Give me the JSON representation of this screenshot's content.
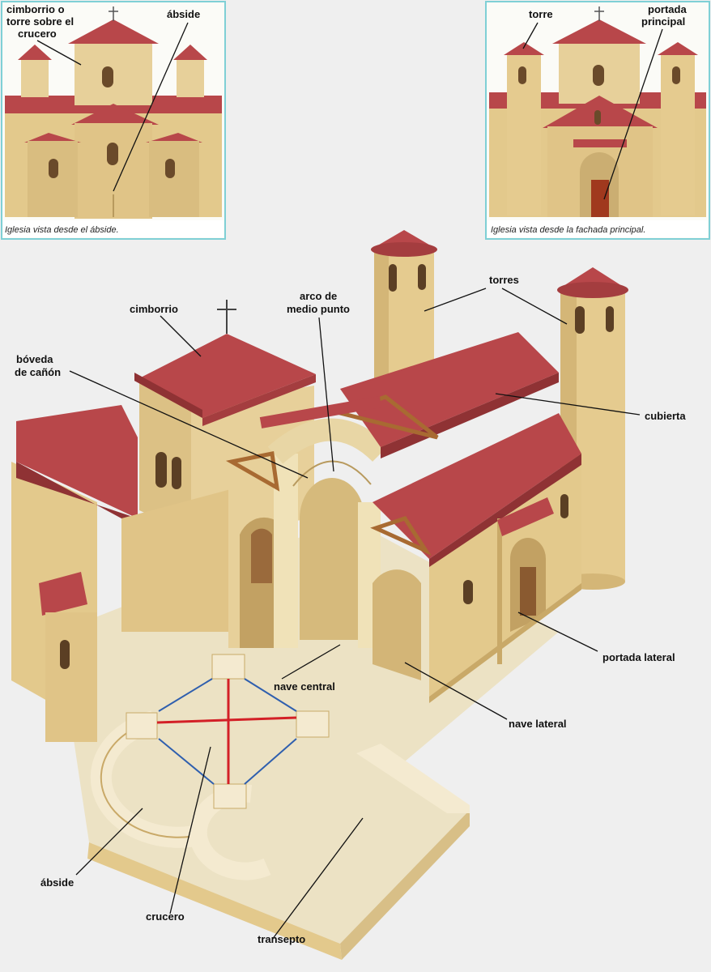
{
  "insets": {
    "left": {
      "caption": "Iglesia vista desde el ábside.",
      "labels": {
        "cimborrio_line1": "cimborrio o",
        "cimborrio_line2": "torre sobre el",
        "cimborrio_line3": "crucero",
        "abside": "ábside"
      }
    },
    "right": {
      "caption": "Iglesia vista desde la fachada principal.",
      "labels": {
        "torre": "torre",
        "portada_line1": "portada",
        "portada_line2": "principal"
      }
    }
  },
  "main": {
    "labels": {
      "cimborrio": "cimborrio",
      "boveda_line1": "bóveda",
      "boveda_line2": "de cañón",
      "arco_line1": "arco de",
      "arco_line2": "medio punto",
      "torres": "torres",
      "cubierta": "cubierta",
      "portada_lateral": "portada lateral",
      "nave_central": "nave central",
      "nave_lateral": "nave lateral",
      "abside": "ábside",
      "crucero": "crucero",
      "transepto": "transepto"
    }
  },
  "colors": {
    "stone": "#e3c98c",
    "stone_shadow": "#c9a968",
    "roof": "#b8474a",
    "roof_dark": "#8f3234",
    "floor": "#ece2c4",
    "wall_cut": "#f4ead0",
    "inset_border": "#7fd0d6",
    "cross_red": "#d32027",
    "cross_blue": "#2f5fae"
  }
}
